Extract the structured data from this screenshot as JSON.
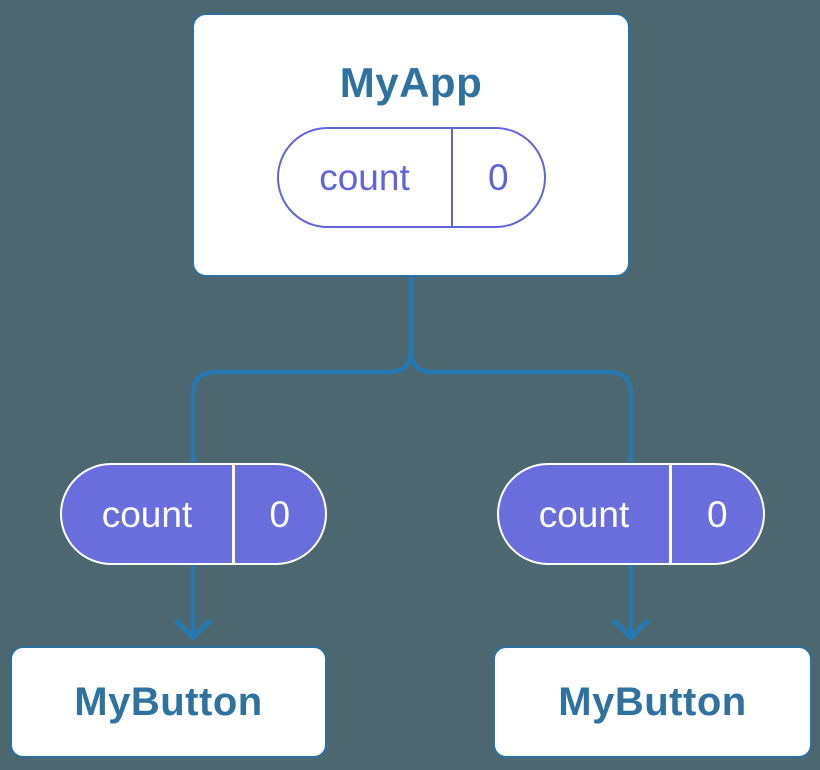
{
  "diagram": {
    "root": {
      "label": "MyApp",
      "state_pill": {
        "name": "count",
        "value": "0"
      }
    },
    "children": [
      {
        "label": "MyButton",
        "prop_pill": {
          "name": "count",
          "value": "0"
        }
      },
      {
        "label": "MyButton",
        "prop_pill": {
          "name": "count",
          "value": "0"
        }
      }
    ]
  },
  "colors": {
    "bg": "#4C6770",
    "connector": "#2778B0",
    "node-border": "#2B709F",
    "node-text": "#2F719F",
    "node-fill": "#FFFFFF",
    "state-outline": "#6163DB",
    "prop-fill": "#6A6EDC",
    "prop-text": "#FFFFFF"
  }
}
